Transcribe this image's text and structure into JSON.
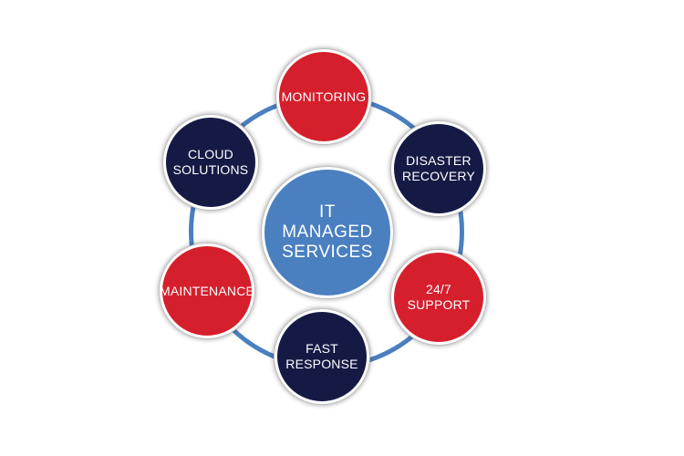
{
  "colors": {
    "ring": "#4a7fc0",
    "center": "#4a7fc0",
    "red": "#d61f2c",
    "navy": "#151a45"
  },
  "center": {
    "label": "IT\nMANAGED\nSERVICES"
  },
  "nodes": [
    {
      "id": "monitoring",
      "label": "MONITORING",
      "color": "#d61f2c"
    },
    {
      "id": "disaster-recovery",
      "label": "DISASTER\nRECOVERY",
      "color": "#151a45"
    },
    {
      "id": "support",
      "label": "24/7\nSUPPORT",
      "color": "#d61f2c"
    },
    {
      "id": "fast-response",
      "label": "FAST\nRESPONSE",
      "color": "#151a45"
    },
    {
      "id": "maintenance",
      "label": "MAINTENANCE",
      "color": "#d61f2c"
    },
    {
      "id": "cloud-solutions",
      "label": "CLOUD\nSOLUTIONS",
      "color": "#151a45"
    }
  ]
}
